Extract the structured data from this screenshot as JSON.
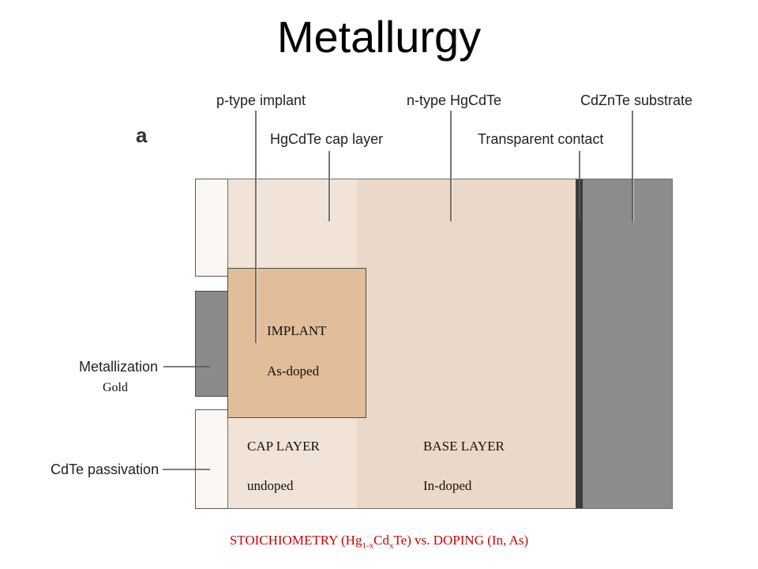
{
  "title": "Metallurgy",
  "panel_letter": "a",
  "callouts": {
    "p_implant": "p-type implant",
    "cap_layer": "HgCdTe cap layer",
    "n_type": "n-type HgCdTe",
    "contact": "Transparent contact",
    "substrate": "CdZnTe substrate",
    "metallization": "Metallization",
    "passivation": "CdTe passivation"
  },
  "regions": {
    "implant_title": "IMPLANT",
    "implant_doping": "As-doped",
    "cap_title": "CAP LAYER",
    "cap_doping": "undoped",
    "base_title": "BASE LAYER",
    "base_doping": "In-doped",
    "metal": "Gold"
  },
  "caption": {
    "prefix": "STOICHIOMETRY (Hg",
    "sub1": "1-x",
    "mid": "Cd",
    "sub2": "x",
    "suffix": "Te) vs. DOPING (In, As)"
  },
  "colors": {
    "passivation": "#fbf6f2",
    "cap": "#f2e3d8",
    "base": "#ecd8c8",
    "implant": "#e2bd9a",
    "metal": "#8a8a8a",
    "contact": "#3c3c3c",
    "substrate": "#8c8c8c",
    "caption": "#cc0000"
  }
}
